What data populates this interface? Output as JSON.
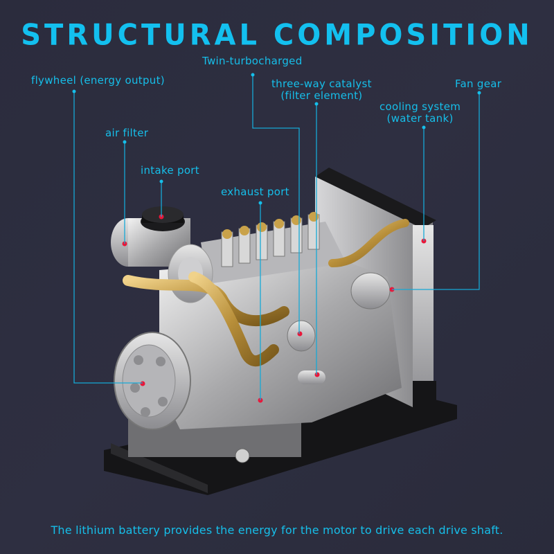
{
  "title": "STRUCTURAL COMPOSITION",
  "labels": {
    "twin_turbo": "Twin-turbocharged",
    "flywheel": "flywheel (energy output)",
    "catalyst_line1": "three-way catalyst",
    "catalyst_line2": "(filter element)",
    "fan_gear": "Fan gear",
    "cooling_line1": "cooling system",
    "cooling_line2": "(water tank)",
    "air_filter": "air filter",
    "intake_port": "intake port",
    "exhaust_port": "exhaust port"
  },
  "footer": "The lithium battery provides the energy for the motor to drive each drive shaft.",
  "colors": {
    "background": "#2c2d3e",
    "accent": "#13c0ef",
    "marker": "#e8183a",
    "brass": "#c9a24a",
    "metal": "#c8c8c8"
  },
  "image": {
    "subject": "miniature inline engine model with radiator on black base frame"
  }
}
